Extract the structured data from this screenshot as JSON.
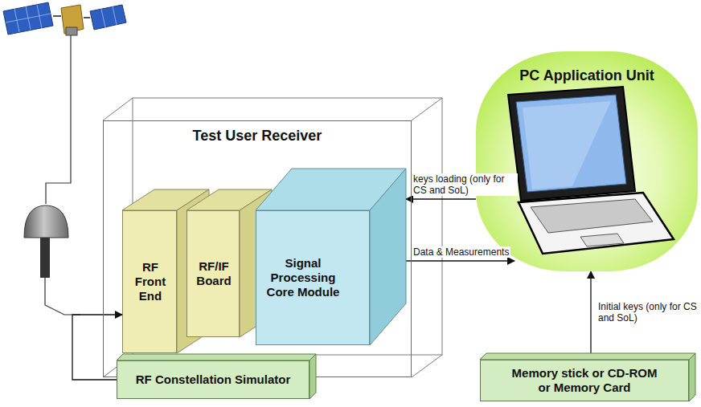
{
  "diagram": {
    "nodes": [
      {
        "text": [
          "Test User Receiver"
        ]
      },
      {
        "text": [
          "RF Front End"
        ],
        "in": 0
      },
      {
        "text": [
          "RF/IF Board"
        ],
        "in": 0
      },
      {
        "text": [
          "Signal Processing Core Module"
        ],
        "in": 0
      },
      {
        "text": [
          "PC Application Unit"
        ]
      },
      {
        "text": [
          "RF Constellation Simulator"
        ]
      },
      {
        "text": [
          "Memory stick or CD-ROM or Memory Card"
        ]
      }
    ],
    "edges": [
      {
        "from": 4,
        "to": 3,
        "label": "keys loading (only for CS and SoL)",
        "arrow": "to"
      },
      {
        "from": 3,
        "to": 4,
        "label": "Data & Measurements",
        "arrow": "to"
      },
      {
        "from": 5,
        "to": 1,
        "arrow": "to"
      },
      {
        "from": 6,
        "to": 4,
        "label": "Initial keys (only for CS and SoL)",
        "arrow": "to"
      }
    ]
  }
}
